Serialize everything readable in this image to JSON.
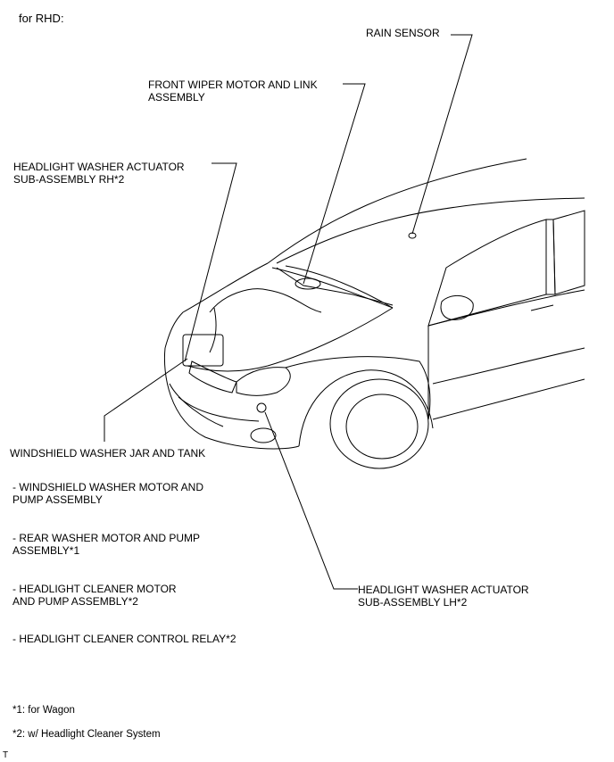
{
  "header": {
    "title": "for RHD:"
  },
  "callouts": {
    "rain_sensor": "RAIN SENSOR",
    "front_wiper": "FRONT WIPER MOTOR AND LINK\nASSEMBLY",
    "headlight_washer_rh": "HEADLIGHT WASHER ACTUATOR\nSUB-ASSEMBLY RH*2",
    "washer_jar": "WINDSHIELD WASHER JAR AND TANK",
    "headlight_washer_lh": "HEADLIGHT WASHER ACTUATOR\nSUB-ASSEMBLY LH*2"
  },
  "sub_items": [
    "- WINDSHIELD WASHER MOTOR AND\nPUMP ASSEMBLY",
    "- REAR WASHER MOTOR AND PUMP\nASSEMBLY*1",
    "- HEADLIGHT CLEANER MOTOR\nAND PUMP ASSEMBLY*2",
    "- HEADLIGHT CLEANER CONTROL RELAY*2"
  ],
  "footnotes": [
    "*1: for Wagon",
    "*2: w/ Headlight Cleaner System"
  ],
  "corner_mark": "T"
}
